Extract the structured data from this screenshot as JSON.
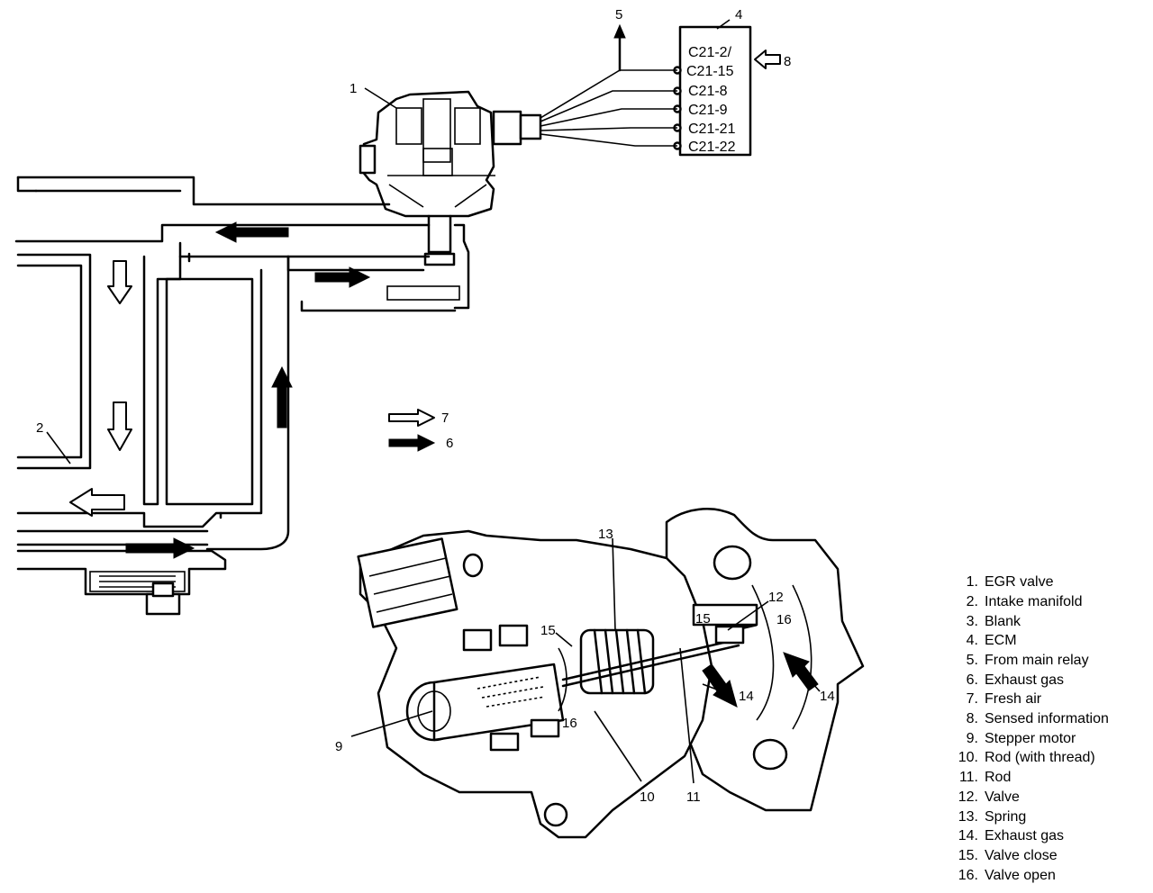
{
  "callouts": {
    "c1": "1",
    "c2": "2",
    "c4": "4",
    "c5": "5",
    "c6": "6",
    "c7": "7",
    "c8": "8",
    "c9": "9",
    "c10": "10",
    "c11": "11",
    "c12": "12",
    "c13": "13",
    "c14a": "14",
    "c14b": "14",
    "c15a": "15",
    "c15b": "15",
    "c16a": "16",
    "c16b": "16"
  },
  "ecm_pins": [
    "C21-2/",
    "C21-15",
    "C21-8",
    "C21-9",
    "C21-21",
    "C21-22"
  ],
  "legend": [
    {
      "num": "1.",
      "label": "EGR valve"
    },
    {
      "num": "2.",
      "label": "Intake manifold"
    },
    {
      "num": "3.",
      "label": "Blank"
    },
    {
      "num": "4.",
      "label": "ECM"
    },
    {
      "num": "5.",
      "label": "From main relay"
    },
    {
      "num": "6.",
      "label": "Exhaust gas"
    },
    {
      "num": "7.",
      "label": "Fresh air"
    },
    {
      "num": "8.",
      "label": "Sensed information"
    },
    {
      "num": "9.",
      "label": "Stepper motor"
    },
    {
      "num": "10.",
      "label": "Rod (with thread)"
    },
    {
      "num": "11.",
      "label": "Rod"
    },
    {
      "num": "12.",
      "label": "Valve"
    },
    {
      "num": "13.",
      "label": "Spring"
    },
    {
      "num": "14.",
      "label": "Exhaust gas"
    },
    {
      "num": "15.",
      "label": "Valve close"
    },
    {
      "num": "16.",
      "label": "Valve open"
    }
  ]
}
